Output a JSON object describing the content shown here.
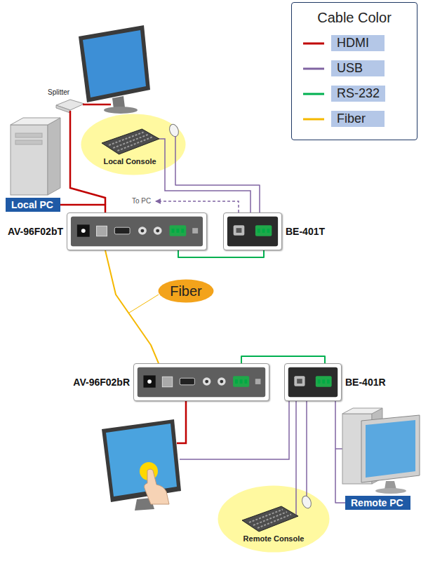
{
  "diagram": {
    "nodes": [
      {
        "text": [
          "Local PC"
        ]
      },
      {
        "text": [
          "Local Console"
        ]
      },
      {
        "text": [
          "AV-96F02bT"
        ]
      },
      {
        "text": [
          "BE-401T"
        ]
      },
      {
        "text": [
          "Fiber"
        ]
      },
      {
        "text": [
          "AV-96F02bR"
        ]
      },
      {
        "text": [
          "BE-401R"
        ]
      },
      {
        "text": [
          "Remote PC"
        ]
      },
      {
        "text": [
          "Remote Console"
        ]
      }
    ],
    "edges": [
      {
        "from": 0,
        "to": 2,
        "arrow": "none"
      },
      {
        "from": 1,
        "to": 3,
        "arrow": "none"
      },
      {
        "from": 2,
        "to": 3,
        "arrow": "none"
      },
      {
        "from": 2,
        "to": 5,
        "arrow": "none"
      },
      {
        "from": 5,
        "to": 6,
        "arrow": "none"
      },
      {
        "from": 6,
        "to": 8,
        "arrow": "none"
      },
      {
        "from": 6,
        "to": 7,
        "arrow": "none"
      }
    ],
    "labels": [
      "Cable Color",
      "Splitter",
      "To PC"
    ],
    "legend": [
      {
        "text": "HDMI",
        "color": "#c00000"
      },
      {
        "text": "USB",
        "color": "#8064a2"
      },
      {
        "text": "RS-232",
        "color": "#00b050"
      },
      {
        "text": "Fiber",
        "color": "#f5b800"
      }
    ]
  }
}
